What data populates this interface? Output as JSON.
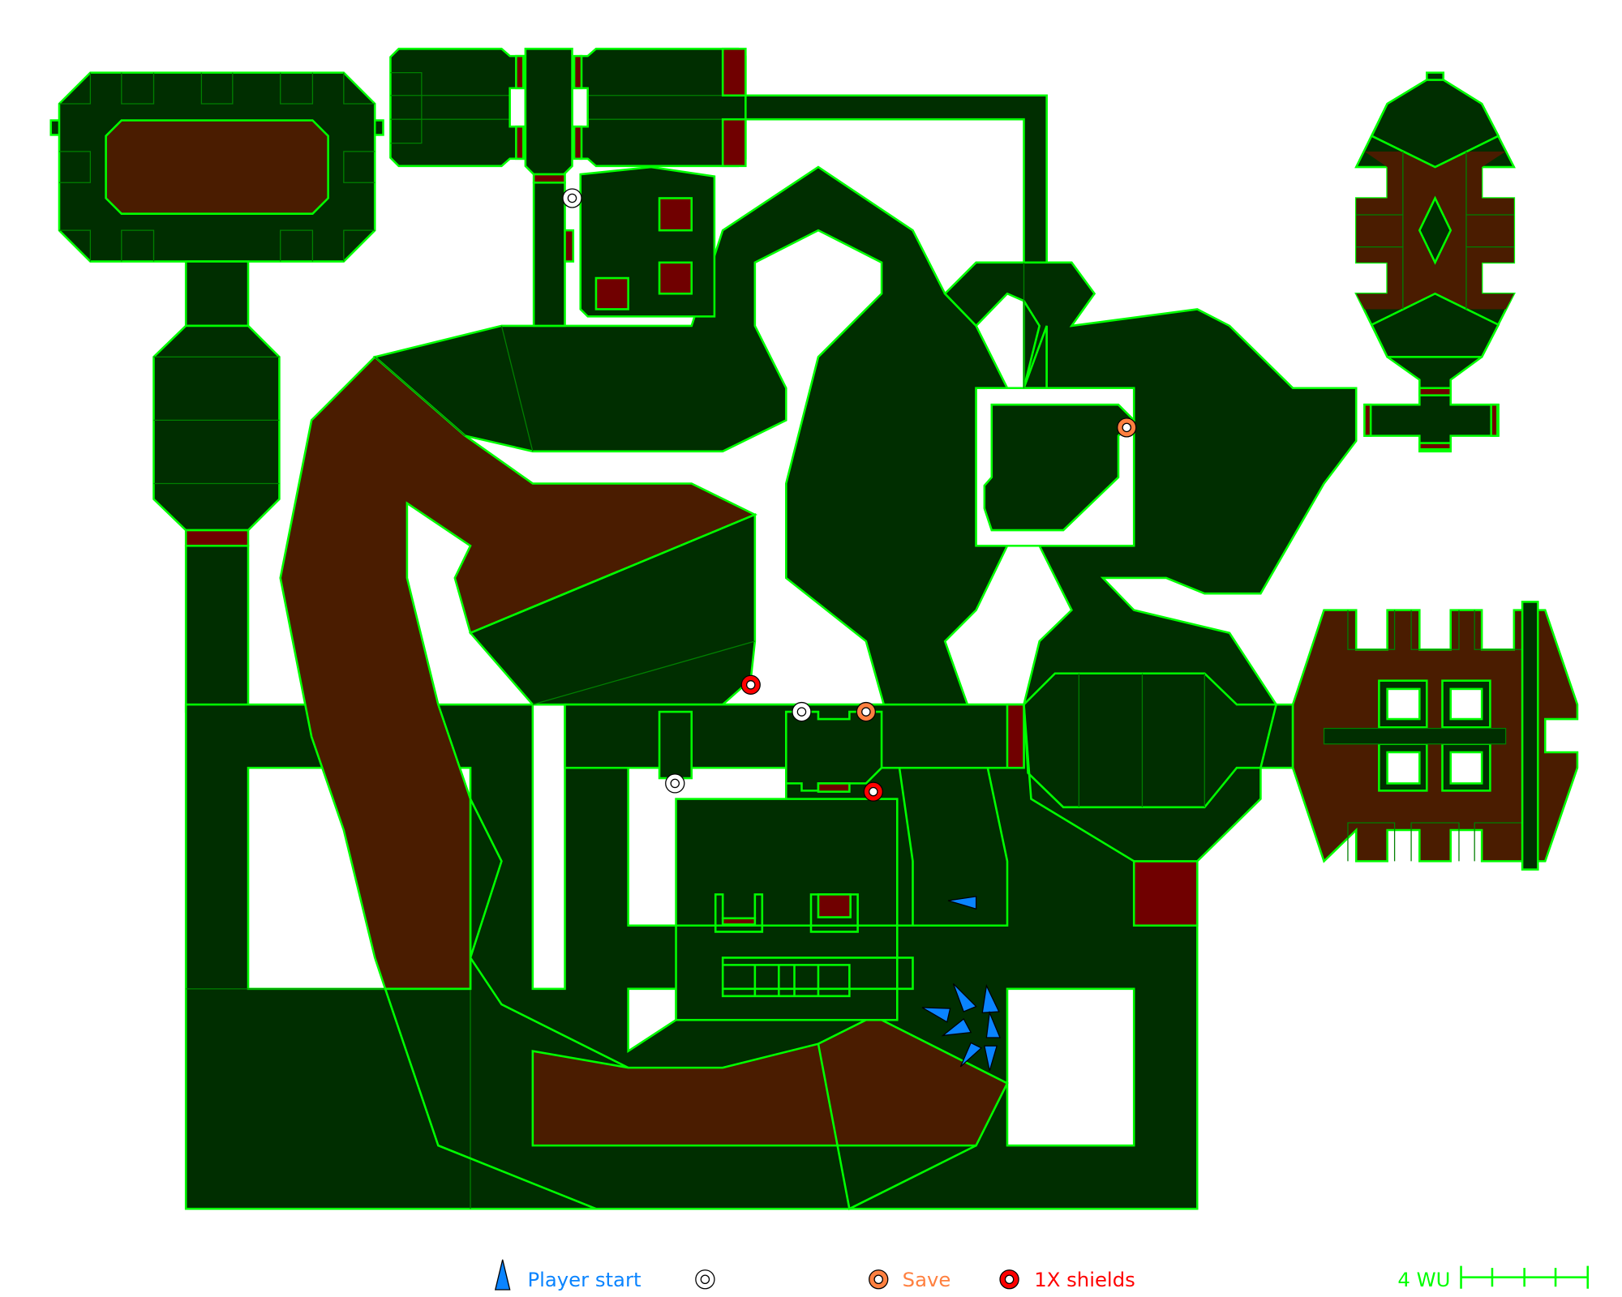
{
  "colors": {
    "wall": "#00ff00",
    "floor_dark": "#002e00",
    "floor_brown": "#4a1c00",
    "door_red": "#700000",
    "player_start": "#0a84ff",
    "save": "#ff8040",
    "shields": "#ff0000"
  },
  "legend": {
    "player_start_label": "Player start",
    "save_label": "Save",
    "shields_label": "1X shields",
    "scale_label": "4 WU"
  }
}
